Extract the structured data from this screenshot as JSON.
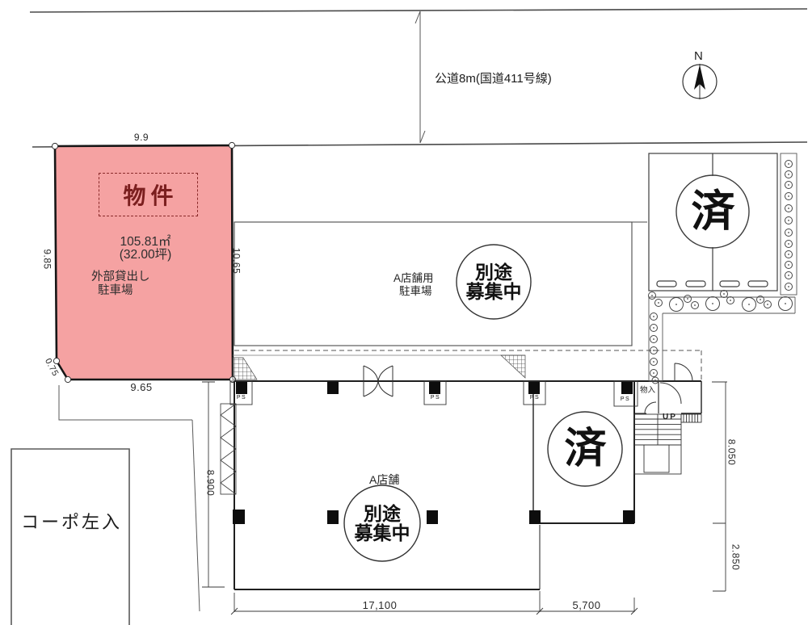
{
  "road": {
    "label": "公道8m(国道411号線)"
  },
  "compass": {
    "north": "N"
  },
  "property": {
    "title": "物件",
    "area_sqm": "105.81㎡",
    "area_tsubo": "(32.00坪)",
    "use_line1": "外部貸出し",
    "use_line2": "駐車場",
    "dim_top": "9.9",
    "dim_left": "9.85",
    "dim_right": "10.65",
    "dim_bottom": "9.65",
    "dim_corner": "0.75",
    "fill_color": "#f5a2a2",
    "accent_color": "#7b1f1f"
  },
  "parking_a": {
    "name_line1": "A店舗用",
    "name_line2": "駐車場",
    "status_line1": "別途",
    "status_line2": "募集中"
  },
  "store_a": {
    "name": "A店舗",
    "status_line1": "別途",
    "status_line2": "募集中",
    "dim_width": "17,100",
    "dim_depth": "8.900"
  },
  "tenant_right": {
    "status": "済",
    "dim_width": "5,700",
    "dim_depth_upper": "8.050",
    "dim_depth_lower": "2.850"
  },
  "parking_top_right": {
    "status": "済"
  },
  "neighbor": {
    "name": "コーポ左入"
  },
  "labels": {
    "ps": "PS",
    "storage": "物入",
    "up": "UP"
  }
}
